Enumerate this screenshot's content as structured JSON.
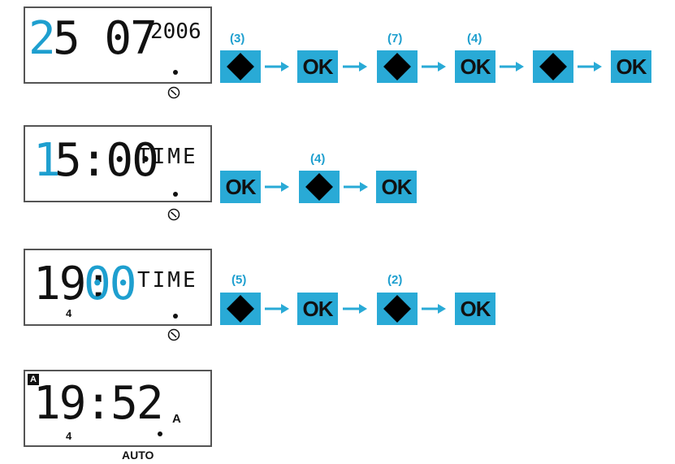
{
  "colors": {
    "accent": "#29aad6",
    "accent_text": "#1e9fcf",
    "digit": "#111111",
    "highlight_digit": "#1e9fcf"
  },
  "icons": {
    "clock": "clock-icon",
    "diamond": "diamond-icon",
    "arrow": "arrow-right-icon"
  },
  "step1": {
    "digits_highlight": "2",
    "digits_rest": "5 07",
    "year": "2006",
    "sequence": [
      {
        "type": "diamond",
        "count": "(3)"
      },
      {
        "type": "ok",
        "label": "OK"
      },
      {
        "type": "diamond",
        "count": "(7)"
      },
      {
        "type": "ok",
        "label": "OK",
        "count": "(4)"
      },
      {
        "type": "diamond"
      },
      {
        "type": "ok",
        "label": "OK"
      }
    ]
  },
  "step2": {
    "digits_highlight": "1",
    "digits_rest": "5:00",
    "label": "TIME",
    "sequence": [
      {
        "type": "ok",
        "label": "OK"
      },
      {
        "type": "diamond",
        "count": "(4)"
      },
      {
        "type": "ok",
        "label": "OK"
      }
    ]
  },
  "step3": {
    "digits_pre": "19:",
    "digits_highlight": "00",
    "label": "TIME",
    "day": "4",
    "sequence": [
      {
        "type": "diamond",
        "count": "(5)"
      },
      {
        "type": "ok",
        "label": "OK"
      },
      {
        "type": "diamond",
        "count": "(2)"
      },
      {
        "type": "ok",
        "label": "OK"
      }
    ]
  },
  "step4": {
    "badge": "A",
    "digits": "19:52",
    "mode_letter": "A",
    "day": "4",
    "mode": "AUTO"
  }
}
